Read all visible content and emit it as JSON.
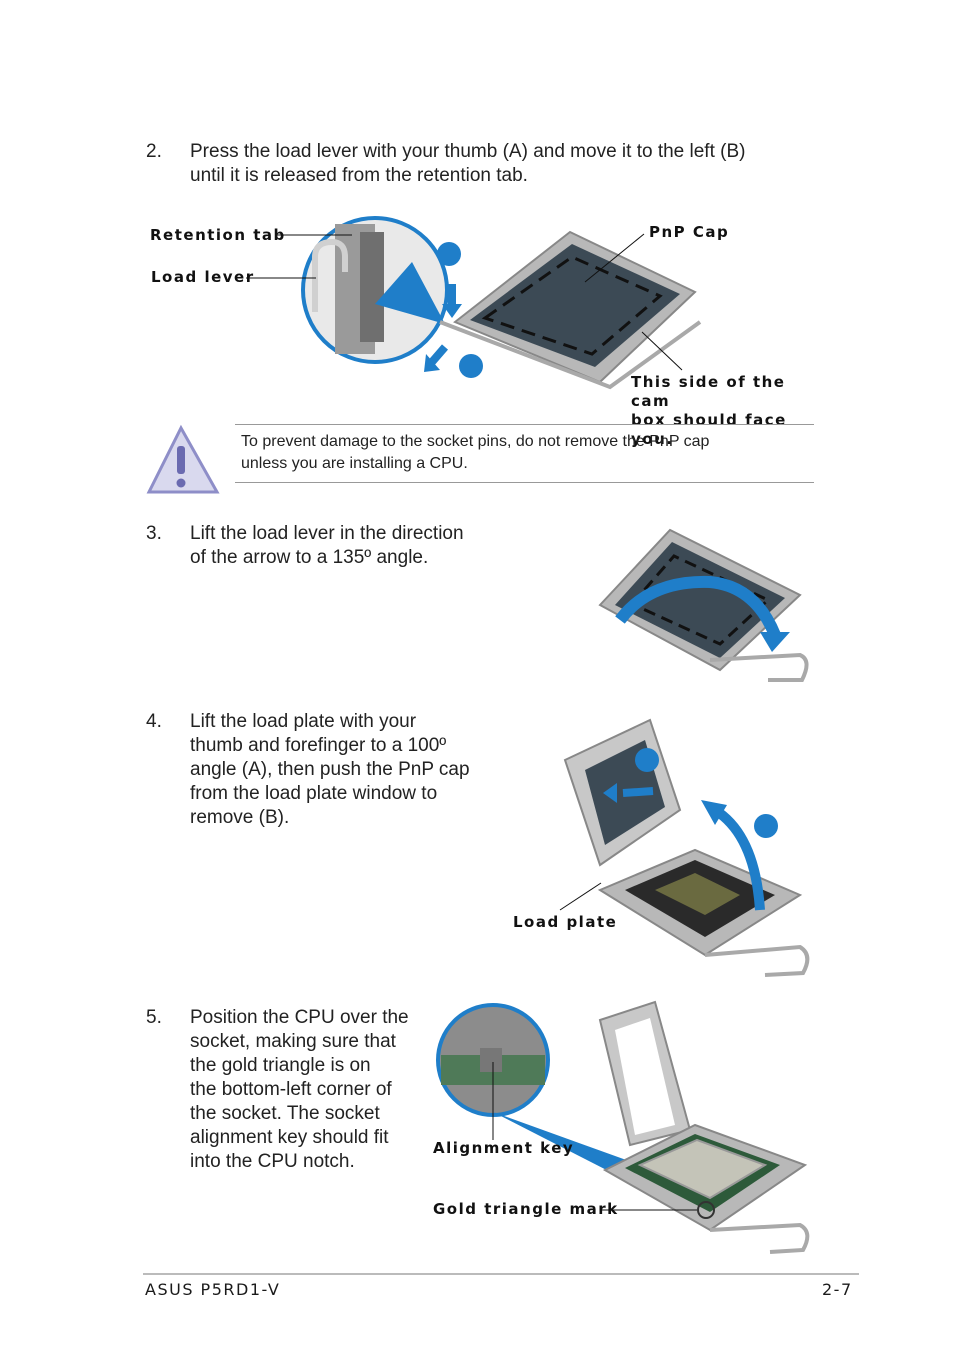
{
  "steps": [
    {
      "num": "2.",
      "text": "Press the load lever with your thumb (A) and move it to the left (B)\nuntil it is released from the retention tab."
    },
    {
      "num": "3.",
      "text": "Lift the load lever in the direction\nof the arrow to a 135º angle."
    },
    {
      "num": "4.",
      "text": "Lift the load plate with your\nthumb and forefinger to a 100º\nangle (A), then push the PnP cap\nfrom the load plate window to\nremove (B)."
    },
    {
      "num": "5.",
      "text": "Position the CPU over the\nsocket, making sure that\nthe gold triangle is on\nthe bottom-left corner of\nthe socket. The socket\nalignment key should fit\ninto the CPU notch."
    }
  ],
  "figure1": {
    "retention_tab": "Retention tab",
    "load_lever": "Load lever",
    "pnp_cap": "PnP Cap",
    "cam_box": "This side of the cam\nbox should face you."
  },
  "caution": {
    "text": "To prevent damage to the socket pins, do not remove the PnP cap\nunless you are installing a CPU."
  },
  "figure3": {
    "load_plate": "Load plate"
  },
  "figure4": {
    "alignment_key": "Alignment key",
    "gold_triangle": "Gold triangle mark"
  },
  "footer": {
    "left": "ASUS P5RD1-V",
    "right": "2-7"
  },
  "colors": {
    "accent": "#1f7ec9",
    "socket": "#3c4a55",
    "frame": "#b8b8b8"
  }
}
